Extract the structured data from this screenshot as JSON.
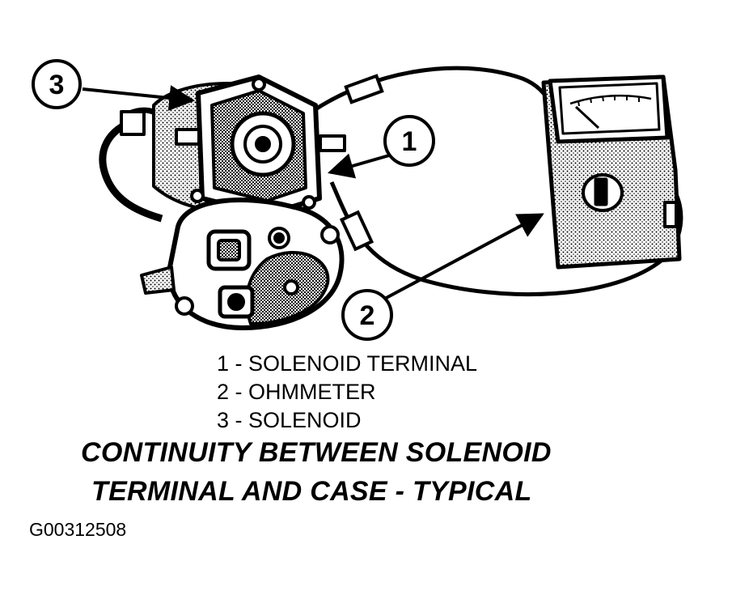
{
  "callouts": [
    {
      "number": "1",
      "label": "SOLENOID TERMINAL"
    },
    {
      "number": "2",
      "label": "OHMMETER"
    },
    {
      "number": "3",
      "label": "SOLENOID"
    }
  ],
  "legend": [
    "1 - SOLENOID TERMINAL",
    "2 - OHMMETER",
    "3 - SOLENOID"
  ],
  "caption": {
    "line1": "CONTINUITY BETWEEN SOLENOID",
    "line2": "TERMINAL AND CASE - TYPICAL"
  },
  "figure_id": "G00312508"
}
